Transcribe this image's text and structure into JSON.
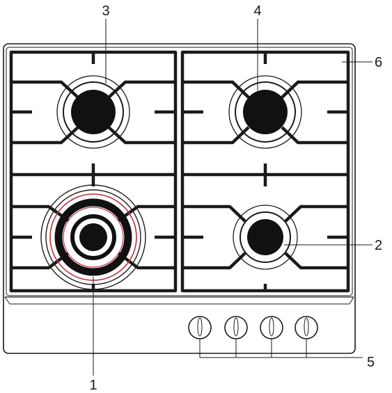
{
  "diagram": {
    "callouts": [
      {
        "id": "1",
        "text": "1"
      },
      {
        "id": "2",
        "text": "2"
      },
      {
        "id": "3",
        "text": "3"
      },
      {
        "id": "4",
        "text": "4"
      },
      {
        "id": "5",
        "text": "5"
      },
      {
        "id": "6",
        "text": "6"
      }
    ],
    "colors": {
      "line": "#1a1a1a",
      "burner_cap": "#111111",
      "flame_ring": "#c0303a",
      "background": "#ffffff"
    }
  }
}
